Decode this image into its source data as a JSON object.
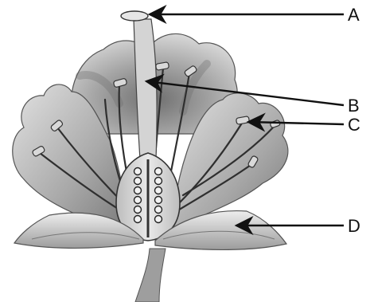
{
  "diagram": {
    "labels": [
      "A",
      "B",
      "C",
      "D"
    ],
    "colors": {
      "ink": "#111111",
      "petal_light": "#cfcfcf",
      "petal_mid": "#a9a9a9",
      "petal_dark": "#7d7d7d",
      "sepal": "#bdbdbd",
      "stem": "#9a9a9a"
    }
  }
}
